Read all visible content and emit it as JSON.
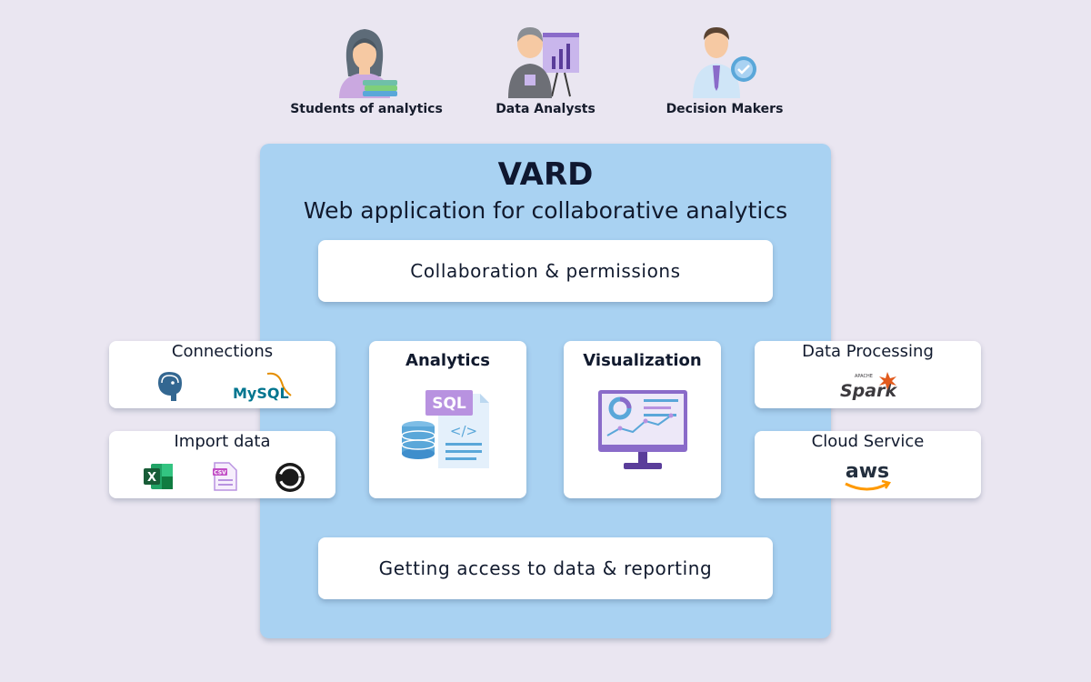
{
  "personas": [
    {
      "label": "Students of analytics",
      "icon": "student-icon"
    },
    {
      "label": "Data Analysts",
      "icon": "data-analyst-icon"
    },
    {
      "label": "Decision Makers",
      "icon": "decision-maker-icon"
    }
  ],
  "core": {
    "title": "VARD",
    "subtitle": "Web application for collaborative analytics",
    "top_bar": "Collaboration & permissions",
    "bottom_bar": "Getting access to data & reporting",
    "analytics": {
      "title": "Analytics",
      "badge": "SQL",
      "code": "</>"
    },
    "visualization": {
      "title": "Visualization"
    }
  },
  "left": {
    "connections": {
      "title": "Connections",
      "icons": [
        "postgresql-icon",
        "mysql-icon"
      ],
      "mysql_text": "MySQL"
    },
    "import": {
      "title": "Import data",
      "icons": [
        "excel-icon",
        "csv-icon",
        "json-icon"
      ],
      "excel_text": "X",
      "csv_text": "CSV"
    }
  },
  "right": {
    "processing": {
      "title": "Data Processing",
      "spark_small": "APACHE",
      "spark_text": "Spark"
    },
    "cloud": {
      "title": "Cloud Service",
      "aws_text": "aws"
    }
  },
  "colors": {
    "background": "#eae6f1",
    "core": "#a9d2f2",
    "card": "#ffffff",
    "purple": "#8a6bc9",
    "blue": "#5aa7d9"
  }
}
